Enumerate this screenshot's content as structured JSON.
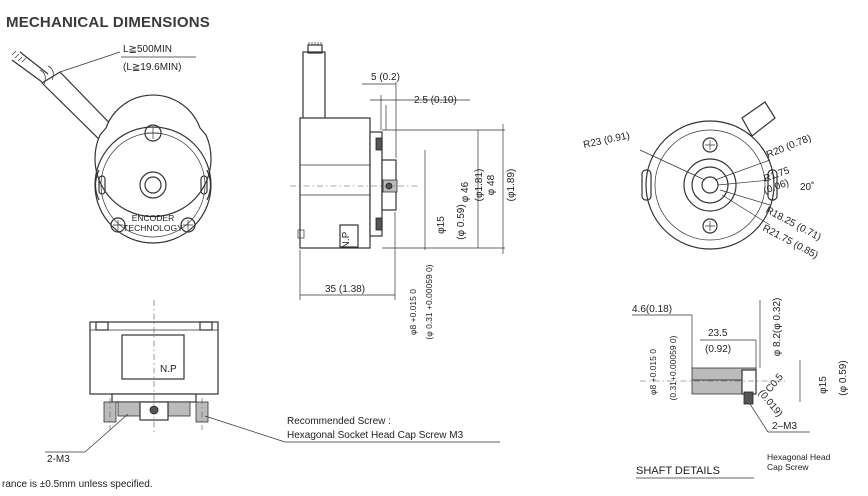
{
  "heading": "MECHANICAL DIMENSIONS",
  "cable": {
    "length_mm": "L≧500MIN",
    "length_in": "(L≧19.6MIN)"
  },
  "front_view": {
    "logo_line1": "ENCODER",
    "logo_line2": "TECHNOLOGY"
  },
  "side_view": {
    "dim_5": "5 (0.2)",
    "dim_25": "2.5 (0.10)",
    "dim_46": "φ 46",
    "dim_48": "φ 48",
    "dim_181": "(φ1.81)",
    "dim_189": "(φ1.89)",
    "dim_15": "φ15",
    "dim_059": "(φ 0.59)",
    "dim_35": "35 (1.38)",
    "np_label": "N.P",
    "shaft_tol": "φ8 +0.015 0",
    "shaft_tol_in": "(φ 0.31 +0.00059 0)"
  },
  "bottom_view": {
    "np_label": "N.P",
    "m3_label": "2-M3"
  },
  "recommended_screw": {
    "line1": "Recommended Screw :",
    "line2": "Hexagonal Socket Head Cap Screw M3"
  },
  "tolerance_note": "rance is ±0.5mm unless specified.",
  "rear_view": {
    "r23": "R23 (0.91)",
    "r20": "R20 (0.78)",
    "r175": "R1.75",
    "r175b": "(0.06)",
    "angle": "20˚",
    "r1825": "R18.25 (0.71)",
    "r2175": "R21.75 (0.85)"
  },
  "shaft_details": {
    "dim_46": "4.6(0.18)",
    "dim_235": "23.5",
    "dim_092": "(0.92)",
    "dim_82": "φ 8.2(φ 0.32)",
    "dim_15": "φ15",
    "dim_059": "(φ 0.59)",
    "c05": "C0.5",
    "c0019": "(0.019)",
    "shaft_tol": "φ8 +0.015 0",
    "shaft_tol_in": "(0.31+0.00059 0)",
    "m3_label": "2–M3",
    "title": "SHAFT DETAILS",
    "note_line1": "Hexagonal Head",
    "note_line2": "Cap Screw"
  }
}
